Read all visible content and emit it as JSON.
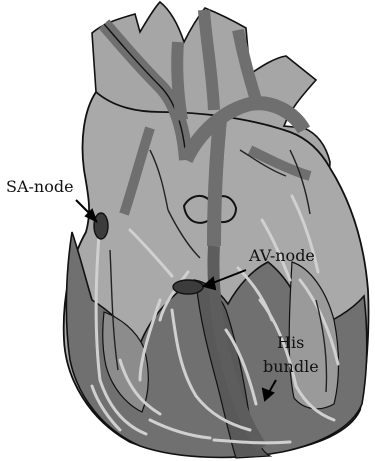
{
  "labels": {
    "sa_node": "SA-node",
    "av_node": "AV-node",
    "his_bundle_line1": "His",
    "his_bundle_line2": "bundle"
  },
  "colors": {
    "background": "#ffffff",
    "atria_light": "#a6a6a6",
    "ventricle_dark": "#6e6e6e",
    "muscle_mid": "#8c8c8c",
    "vessel_gray": "#6f6f6f",
    "fiber_light": "#c8c8c8",
    "node_dark": "#3c3c3c",
    "outline": "#111111"
  }
}
